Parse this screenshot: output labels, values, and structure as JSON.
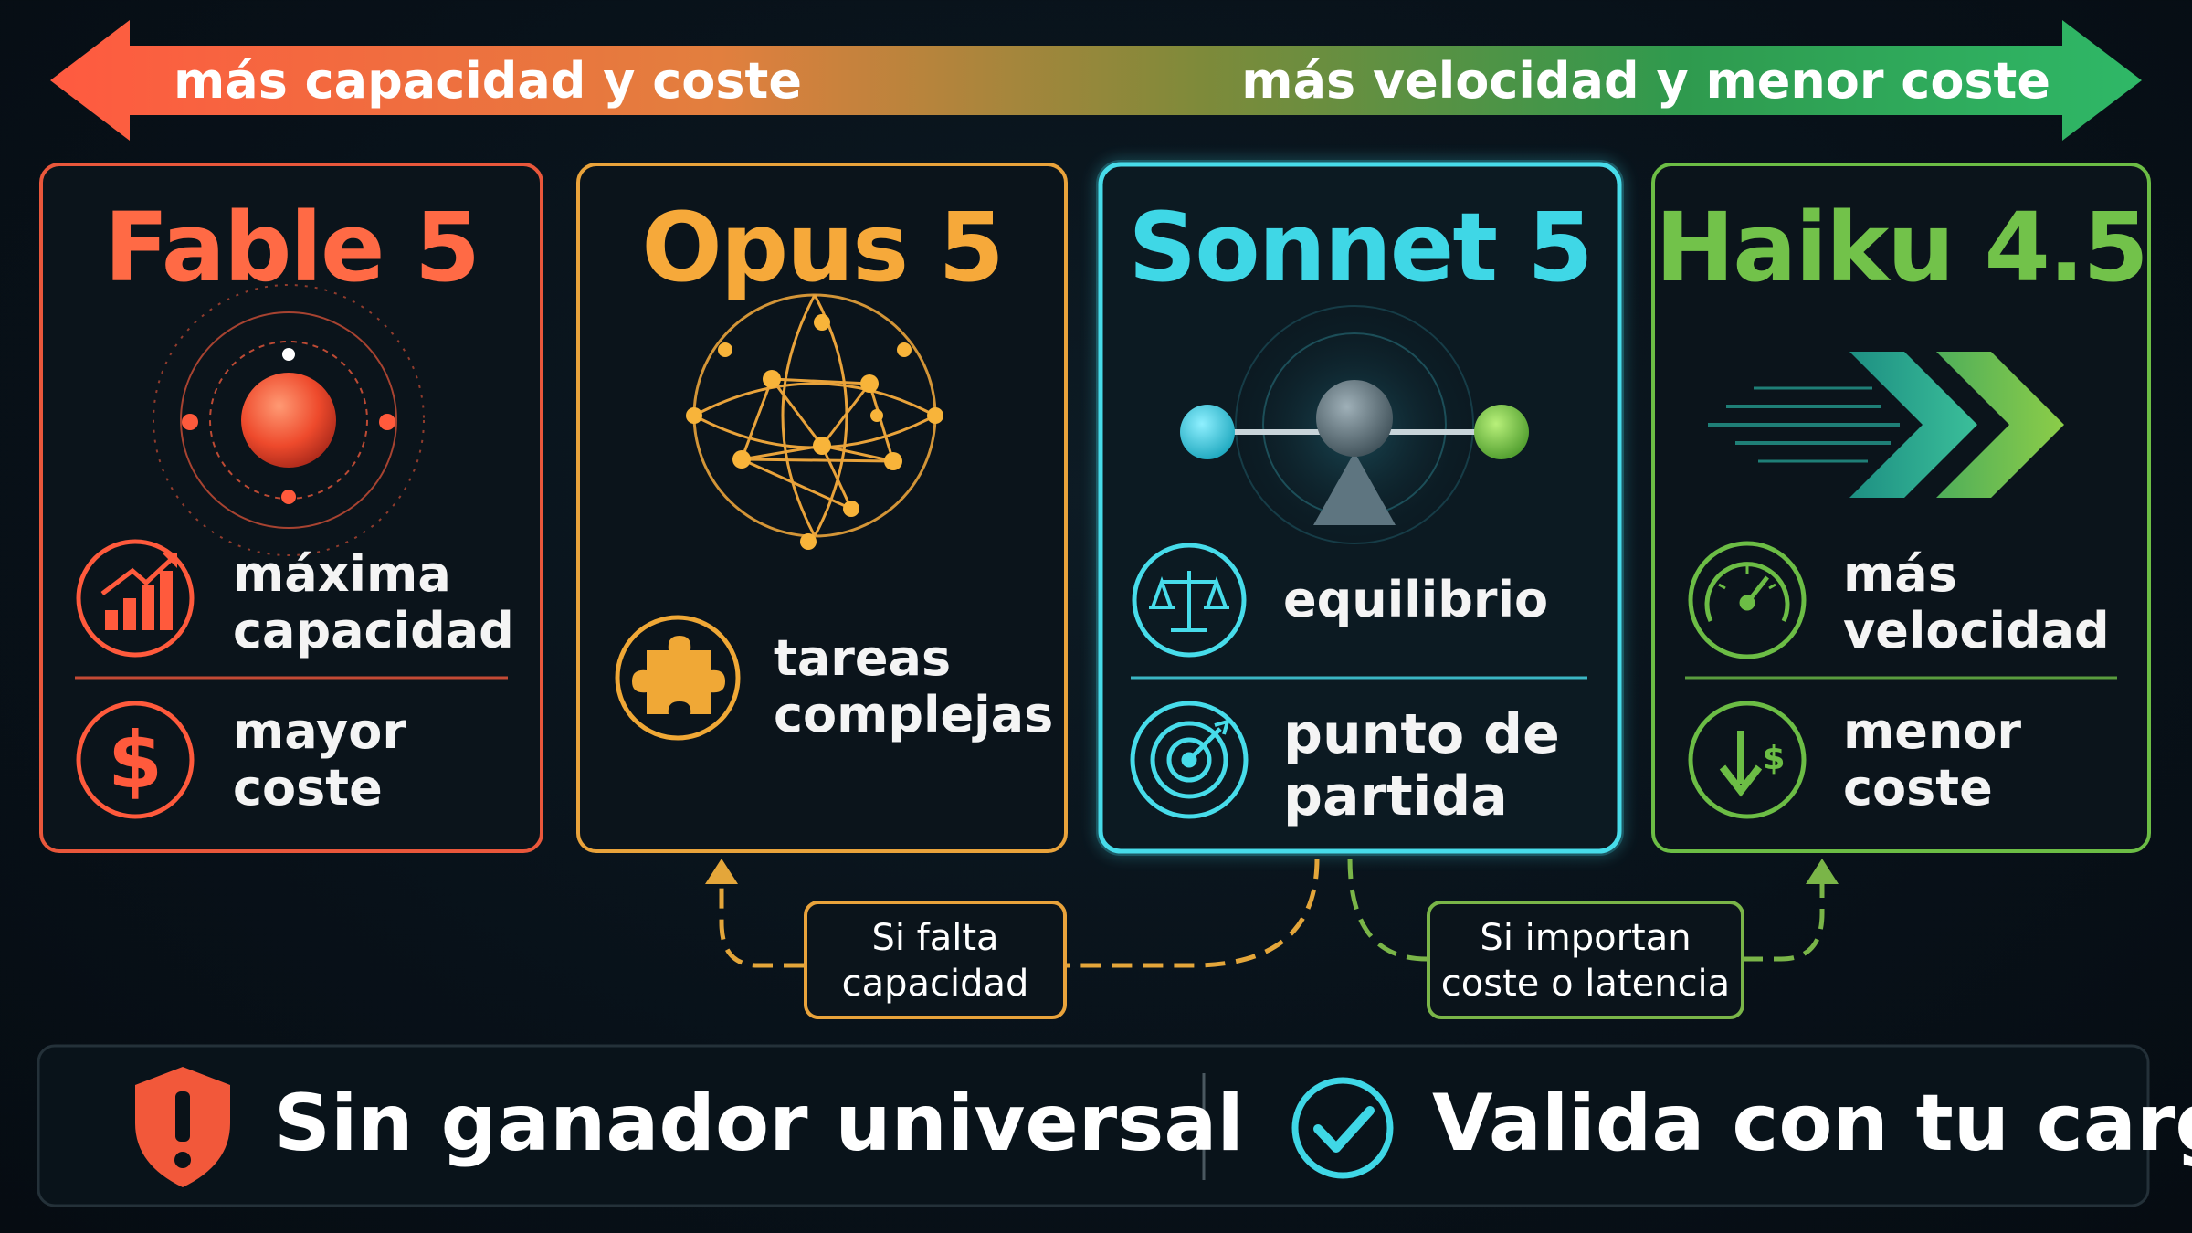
{
  "spectrum": {
    "left_label": "más capacidad y coste",
    "right_label": "más velocidad y menor coste"
  },
  "models": [
    {
      "name": "Fable 5",
      "color": "#ff6a45",
      "features": [
        {
          "icon": "rising-bar-chart-icon",
          "line1": "máxima",
          "line2": "capacidad"
        },
        {
          "icon": "dollar-icon",
          "line1": "mayor",
          "line2": "coste"
        }
      ]
    },
    {
      "name": "Opus 5",
      "color": "#f6a93a",
      "features": [
        {
          "icon": "puzzle-piece-icon",
          "line1": "tareas",
          "line2": "complejas"
        }
      ]
    },
    {
      "name": "Sonnet 5",
      "color": "#3fd7e6",
      "features": [
        {
          "icon": "balance-scale-icon",
          "line1": "equilibrio",
          "line2": ""
        },
        {
          "icon": "target-icon",
          "line1": "punto de",
          "line2": "partida"
        }
      ]
    },
    {
      "name": "Haiku 4.5",
      "color": "#72c24a",
      "features": [
        {
          "icon": "speedometer-icon",
          "line1": "más",
          "line2": "velocidad"
        },
        {
          "icon": "arrow-down-dollar-icon",
          "line1": "menor",
          "line2": "coste"
        }
      ]
    }
  ],
  "notes": {
    "upgrade": {
      "line1": "Si falta",
      "line2": "capacidad"
    },
    "downgrade": {
      "line1": "Si importan",
      "line2": "coste o latencia"
    }
  },
  "footer": {
    "left_text": "Sin ganador universal",
    "right_text": "Valida con tu carga"
  }
}
